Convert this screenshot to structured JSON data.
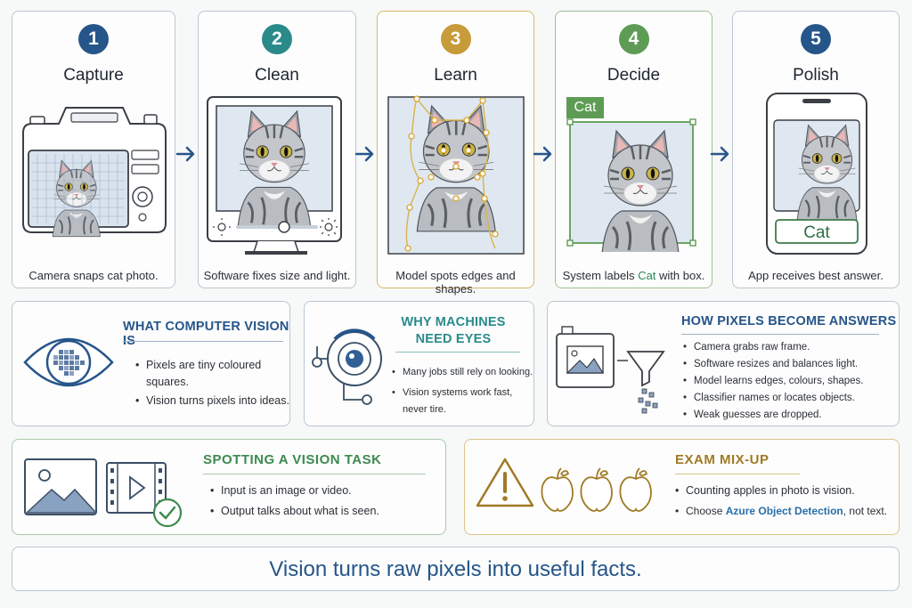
{
  "steps": [
    {
      "number": "1",
      "title": "Capture",
      "caption": "Camera snaps cat photo.",
      "color": "#26558a"
    },
    {
      "number": "2",
      "title": "Clean",
      "caption": "Software fixes size and light.",
      "color": "#2a8a8a"
    },
    {
      "number": "3",
      "title": "Learn",
      "caption": "Model spots edges and shapes.",
      "color": "#c79a3a"
    },
    {
      "number": "4",
      "title": "Decide",
      "caption_pre": "System labels ",
      "caption_em": "Cat",
      "caption_post": " with box.",
      "box_label": "Cat",
      "color": "#5e9c55"
    },
    {
      "number": "5",
      "title": "Polish",
      "caption": "App receives best answer.",
      "answer": "Cat",
      "color": "#26558a"
    }
  ],
  "what_cv": {
    "title": "WHAT COMPUTER VISION IS",
    "bullets": [
      "Pixels are tiny coloured squares.",
      "Vision turns pixels into ideas."
    ]
  },
  "why_eyes": {
    "title_line1": "WHY MACHINES",
    "title_line2": "NEED EYES",
    "bullets": [
      "Many jobs still rely on looking.",
      "Vision systems work fast, never tire."
    ]
  },
  "pixels_answers": {
    "title": "HOW PIXELS BECOME ANSWERS",
    "bullets": [
      "Camera grabs raw frame.",
      "Software resizes and balances light.",
      "Model learns edges, colours, shapes.",
      "Classifier names or locates objects.",
      "Weak guesses are dropped."
    ]
  },
  "spotting": {
    "title": "SPOTTING A VISION TASK",
    "bullets": [
      "Input is an image or video.",
      "Output talks about what is seen."
    ]
  },
  "exam": {
    "title": "EXAM MIX-UP",
    "bullet1": "Counting apples in photo is vision.",
    "bullet2_pre": "Choose ",
    "bullet2_em": "Azure Object Detection",
    "bullet2_post": ", not text."
  },
  "footer": "Vision turns raw pixels into useful facts.",
  "colors": {
    "navy": "#26558a",
    "teal": "#2a8a8a",
    "gold": "#c79a3a",
    "green": "#5e9c55",
    "exam_gold": "#a07a25",
    "spot_green": "#3d8a4f"
  }
}
